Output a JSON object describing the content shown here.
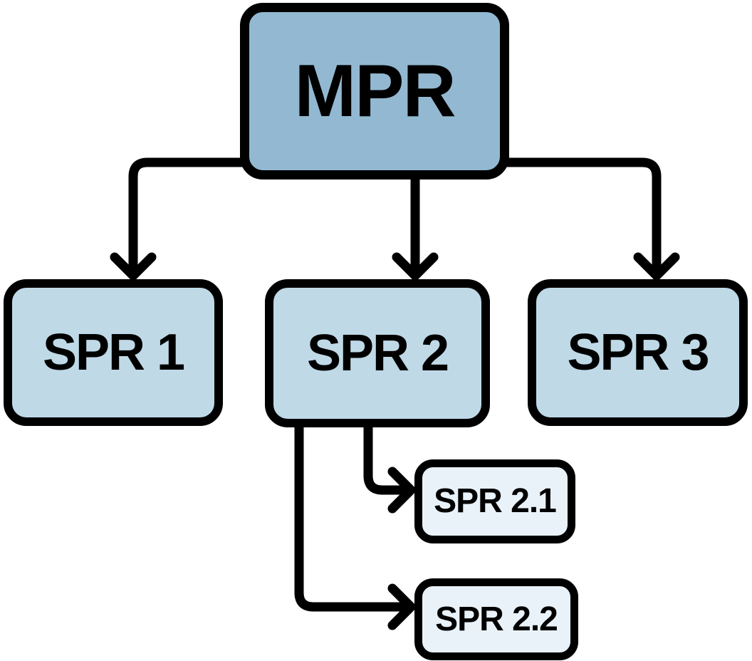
{
  "diagram": {
    "type": "hierarchy-flowchart",
    "nodes": {
      "mpr": {
        "label": "MPR",
        "level": 0
      },
      "spr1": {
        "label": "SPR 1",
        "level": 1
      },
      "spr2": {
        "label": "SPR 2",
        "level": 1
      },
      "spr3": {
        "label": "SPR 3",
        "level": 1
      },
      "spr21": {
        "label": "SPR 2.1",
        "level": 2
      },
      "spr22": {
        "label": "SPR 2.2",
        "level": 2
      }
    },
    "edges": [
      {
        "from": "MPR",
        "to": "SPR 1"
      },
      {
        "from": "MPR",
        "to": "SPR 2"
      },
      {
        "from": "MPR",
        "to": "SPR 3"
      },
      {
        "from": "SPR 2",
        "to": "SPR 2.1"
      },
      {
        "from": "SPR 2",
        "to": "SPR 2.2"
      }
    ],
    "colors": {
      "root_fill": "#92b9d1",
      "child_fill": "#bfd9e7",
      "grandchild_fill": "#e9f2f8",
      "stroke": "#000000",
      "text": "#000000",
      "background": "#ffffff"
    }
  }
}
